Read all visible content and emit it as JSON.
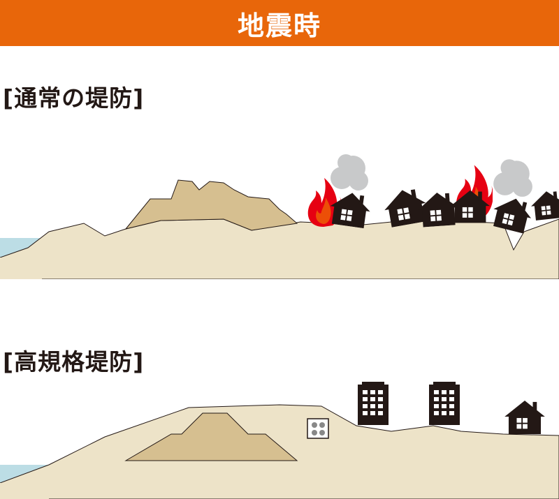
{
  "header": {
    "title": "地震時",
    "color": "#e8660a"
  },
  "sections": [
    {
      "label": "[通常の堤防]"
    },
    {
      "label": "[高規格堤防]"
    }
  ],
  "colors": {
    "ground": "#ede3c8",
    "levee": "#d6bf90",
    "water": "#bcdde5",
    "house": "#231815",
    "fire": "#e60012",
    "smoke": "#c8c9ca"
  },
  "icons": [
    "house-icon",
    "fire-icon",
    "smoke-icon",
    "building-icon",
    "fan-vent-icon"
  ]
}
